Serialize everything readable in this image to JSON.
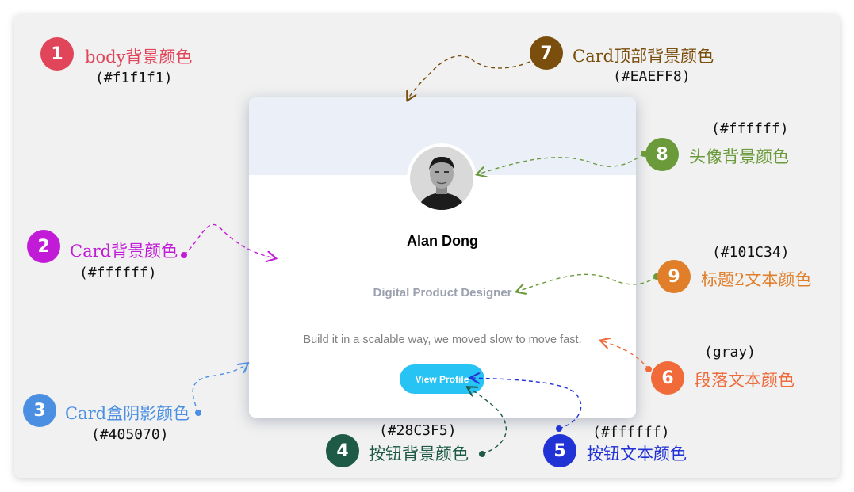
{
  "card": {
    "name": "Alan Dong",
    "title": "Digital Product Designer",
    "paragraph": "Build it in a scalable way, we moved slow to move fast.",
    "button_label": "View Profile"
  },
  "annotations": [
    {
      "number": "1",
      "label": "body背景颜色",
      "hex": "(#f1f1f1)",
      "color": "#E0455A"
    },
    {
      "number": "2",
      "label": "Card背景颜色",
      "hex": "(#ffffff)",
      "color": "#C21BD8"
    },
    {
      "number": "3",
      "label": "Card盒阴影颜色",
      "hex": "(#405070)",
      "color": "#4A8FE2"
    },
    {
      "number": "4",
      "label": "按钮背景颜色",
      "hex": "(#28C3F5)",
      "color": "#1E5A45"
    },
    {
      "number": "5",
      "label": "按钮文本颜色",
      "hex": "(#ffffff)",
      "color": "#2233D6"
    },
    {
      "number": "6",
      "label": "段落文本颜色",
      "hex": "(gray)",
      "color": "#F06A3A"
    },
    {
      "number": "7",
      "label": "Card顶部背景颜色",
      "hex": "(#EAEFF8)",
      "color": "#7A4E0C"
    },
    {
      "number": "8",
      "label": "头像背景颜色",
      "hex": "(#ffffff)",
      "color": "#6A9A3A"
    },
    {
      "number": "9",
      "label": "标题2文本颜色",
      "hex": "(#101C34)",
      "color": "#E07E2A"
    }
  ]
}
